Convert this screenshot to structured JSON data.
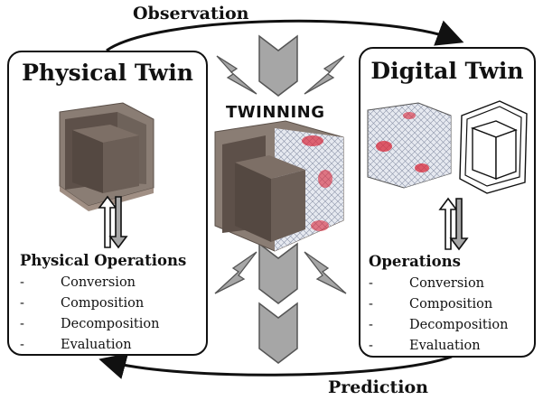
{
  "flow": {
    "observation_label": "Observation",
    "prediction_label": "Prediction"
  },
  "center": {
    "label": "TWINNING"
  },
  "physical_twin": {
    "title": "Physical Twin",
    "operations_heading": "Physical Operations",
    "operations": [
      "Conversion",
      "Composition",
      "Decomposition",
      "Evaluation"
    ]
  },
  "digital_twin": {
    "title": "Digital Twin",
    "operations_heading": "Operations",
    "operations": [
      "Conversion",
      "Composition",
      "Decomposition",
      "Evaluation"
    ]
  },
  "colors": {
    "stone": "#6e625a",
    "stone_dark": "#4a403a",
    "frame": "#8a7d74",
    "arrow_fill": "#a6a6a6",
    "mesh_red": "#d8283a",
    "mesh_light": "#e6e9f0"
  }
}
